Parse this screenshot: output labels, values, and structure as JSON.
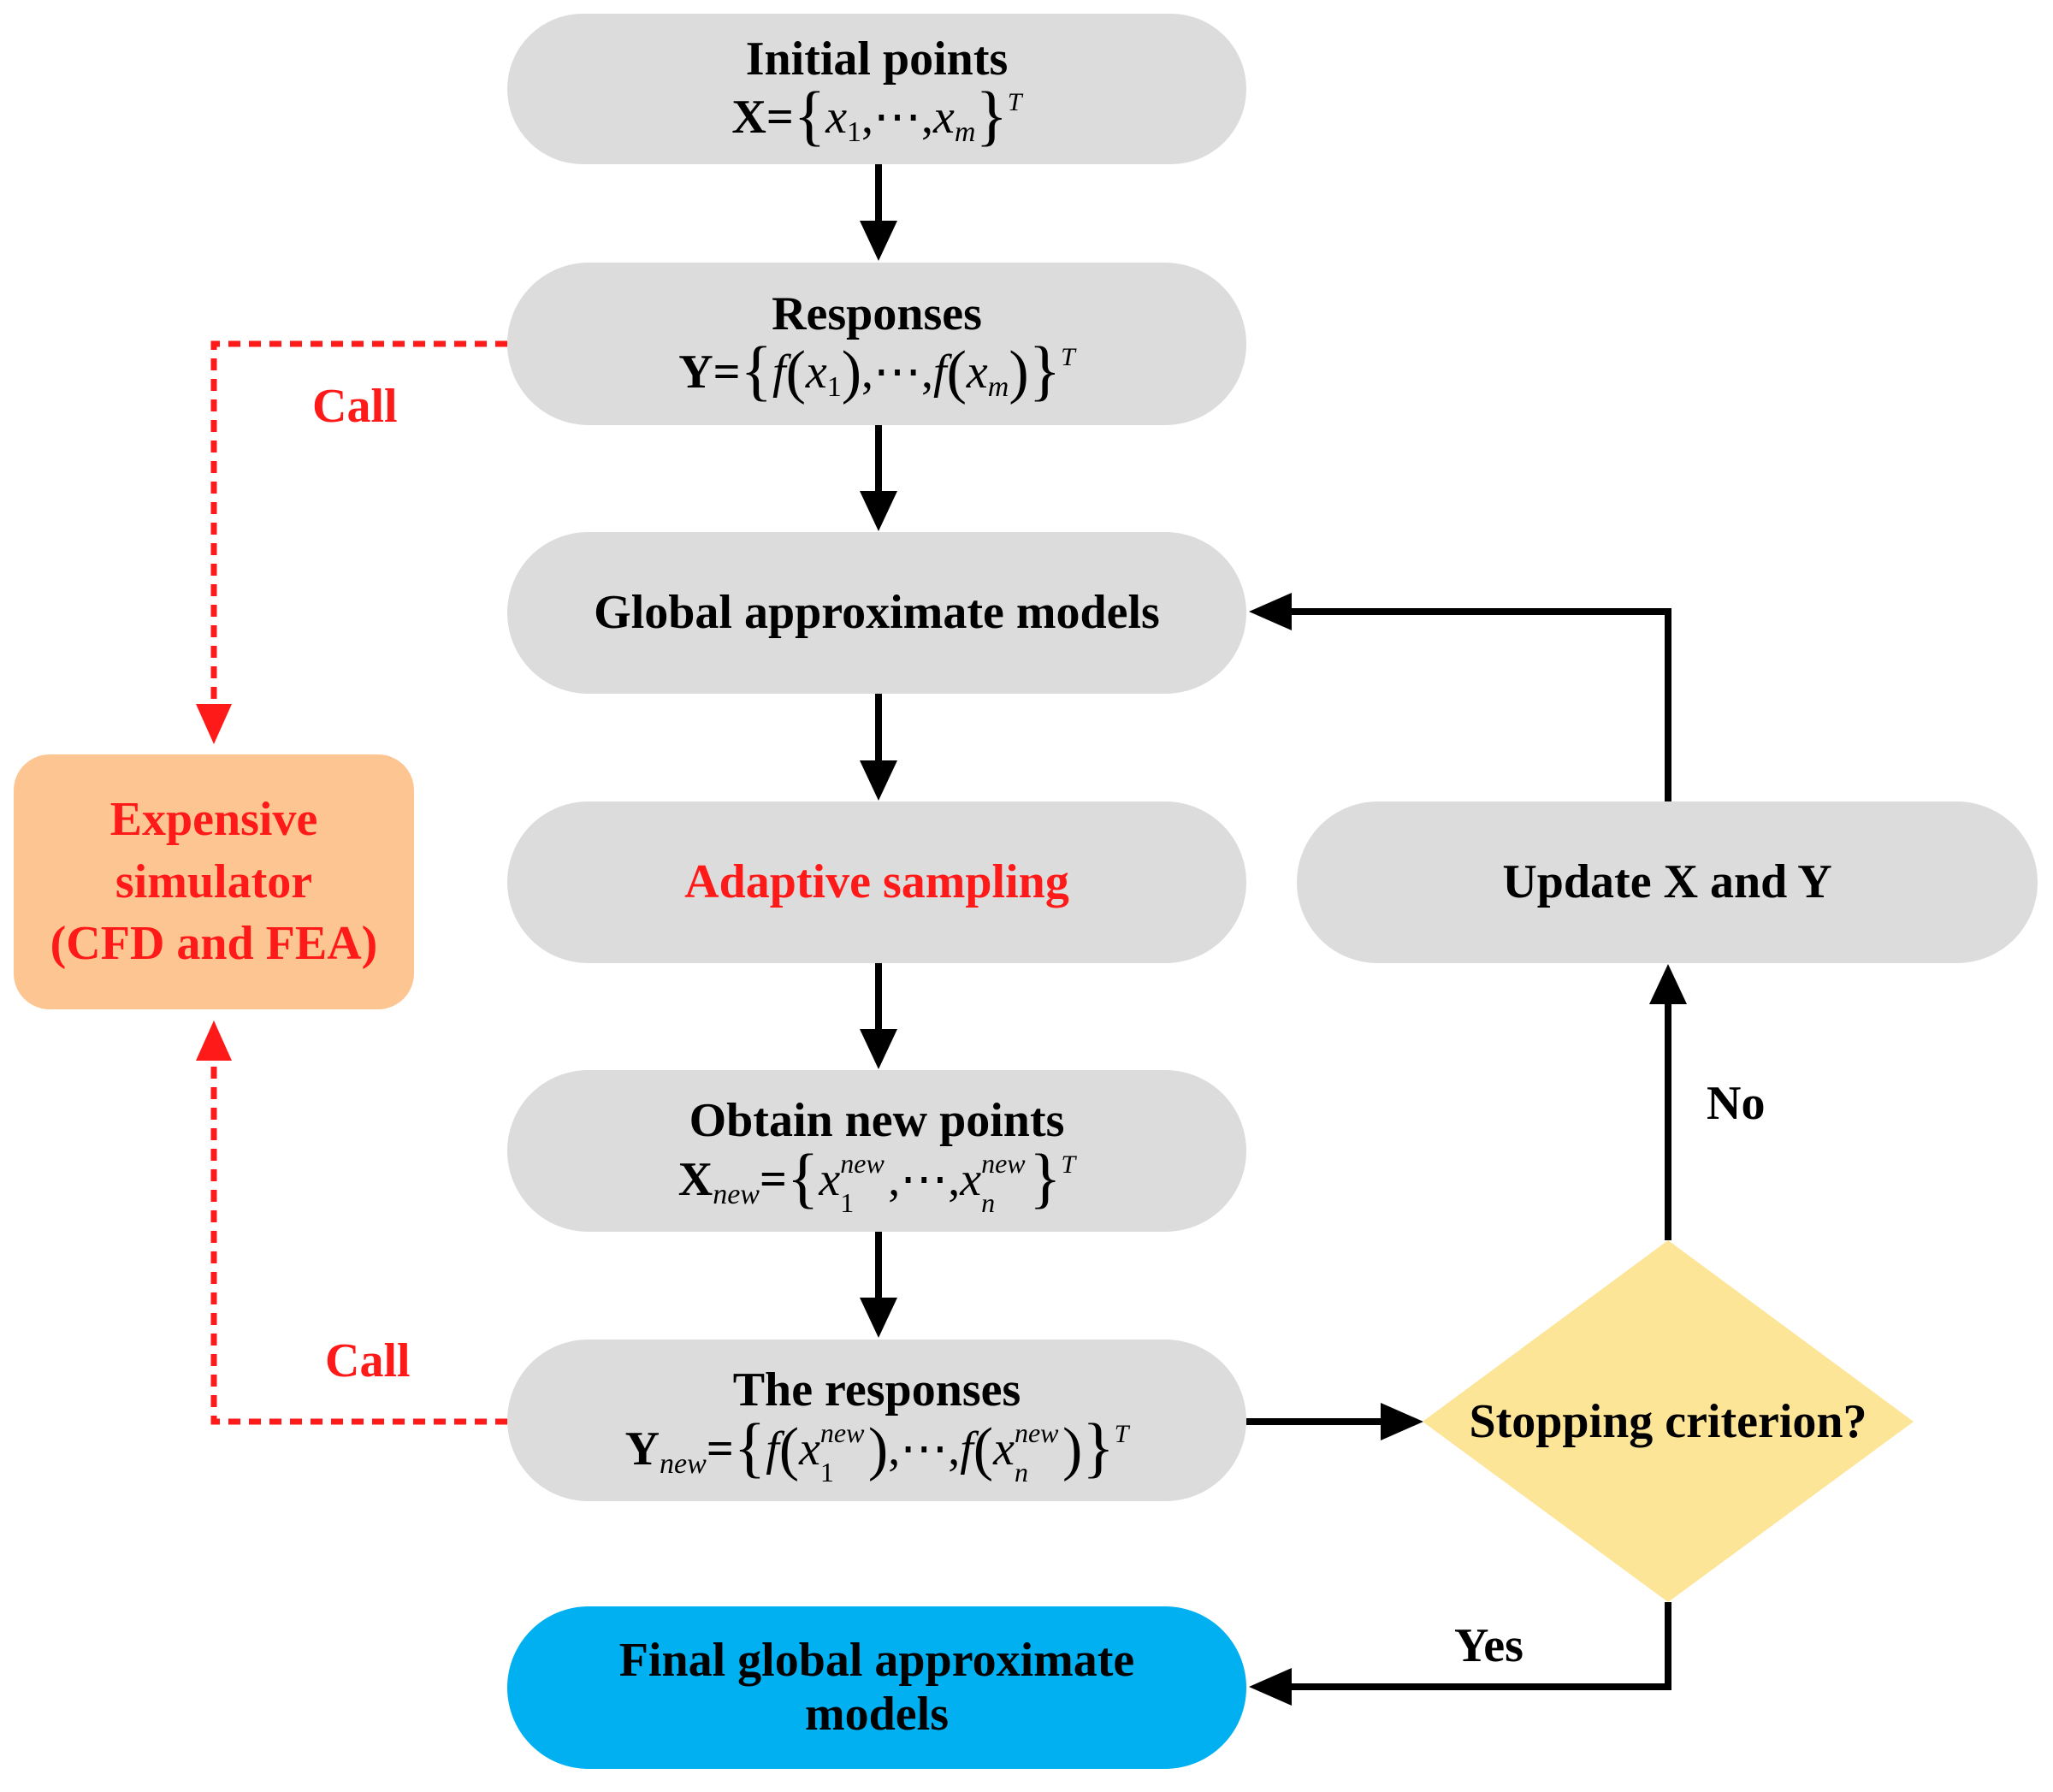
{
  "colors": {
    "node_fill": "#dcdcdc",
    "simulator_fill": "#fdc592",
    "decision_fill": "#fde598",
    "final_fill": "#00b0f0",
    "call_color": "#ff1a1a",
    "arrow_color": "#000000"
  },
  "nodes": {
    "initial_points": {
      "title": "Initial points",
      "formula": {
        "lhs": "X=",
        "v1": "x",
        "s1": "1",
        "dots": ",⋯,",
        "v2": "x",
        "s2": "m",
        "sup": "T"
      }
    },
    "responses": {
      "title": "Responses",
      "formula": {
        "lhs": "Y=",
        "f": "f",
        "v1": "x",
        "s1": "1",
        "dots": ",⋯,",
        "v2": "x",
        "s2": "m",
        "sup": "T"
      }
    },
    "global_models": {
      "title": "Global approximate models"
    },
    "adaptive_sampling": {
      "title": "Adaptive sampling"
    },
    "new_points": {
      "title": "Obtain new points",
      "formula": {
        "lhs": "X",
        "lhs_sub": "new",
        "eq": "=",
        "v1": "x",
        "s1_sup": "new",
        "s1_sub": "1",
        "dots": ",⋯,",
        "v2": "x",
        "s2_sup": "new",
        "s2_sub": "n",
        "sup": "T"
      }
    },
    "new_responses": {
      "title": "The responses",
      "formula": {
        "lhs": "Y",
        "lhs_sub": "new",
        "eq": "=",
        "f": "f",
        "v1": "x",
        "s1_sup": "new",
        "s1_sub": "1",
        "dots": ",⋯,",
        "v2": "x",
        "s2_sup": "new",
        "s2_sub": "n",
        "sup": "T"
      }
    },
    "final_models": {
      "line1": "Final global approximate",
      "line2": "models"
    },
    "update_xy": {
      "title": "Update X and Y"
    },
    "stopping": {
      "title": "Stopping criterion?"
    },
    "simulator": {
      "line1": "Expensive",
      "line2": "simulator",
      "line3": "(CFD and FEA)"
    }
  },
  "edge_labels": {
    "call_top": "Call",
    "call_bottom": "Call",
    "no": "No",
    "yes": "Yes"
  }
}
